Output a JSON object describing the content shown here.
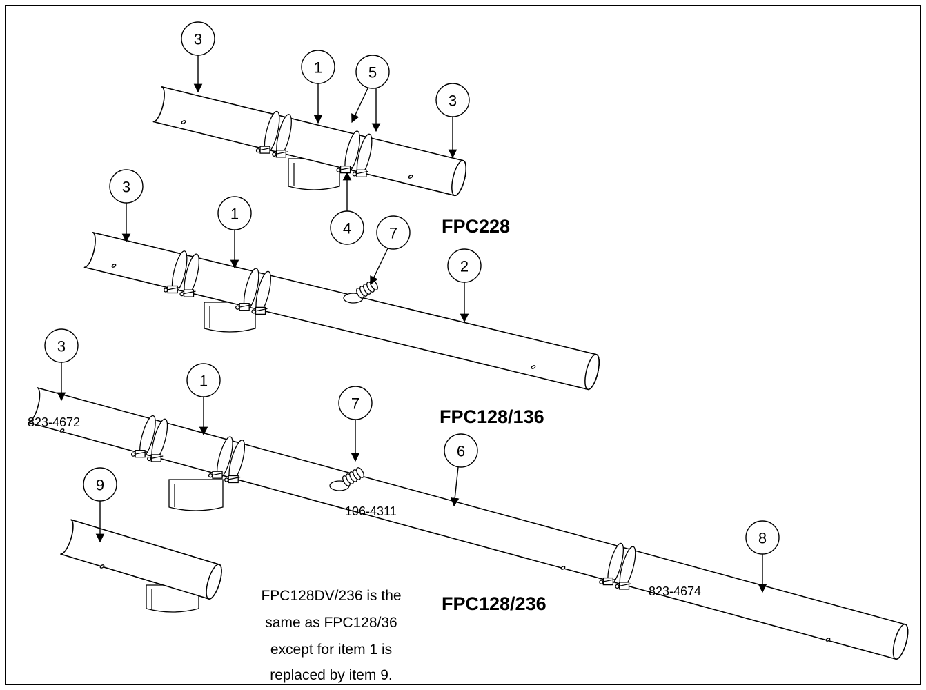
{
  "assemblies": [
    {
      "label": "FPC228"
    },
    {
      "label": "FPC128/136"
    },
    {
      "label": "FPC128/236"
    }
  ],
  "balloons": [
    "3",
    "1",
    "5",
    "3",
    "4",
    "3",
    "1",
    "7",
    "2",
    "3",
    "1",
    "7",
    "6",
    "9",
    "8"
  ],
  "part_numbers": [
    "823-4672",
    "106-4311",
    "823-4674"
  ],
  "note": {
    "lines": [
      "FPC128DV/236 is the",
      "same as FPC128/36",
      "except for item 1 is",
      "replaced by item 9."
    ]
  }
}
